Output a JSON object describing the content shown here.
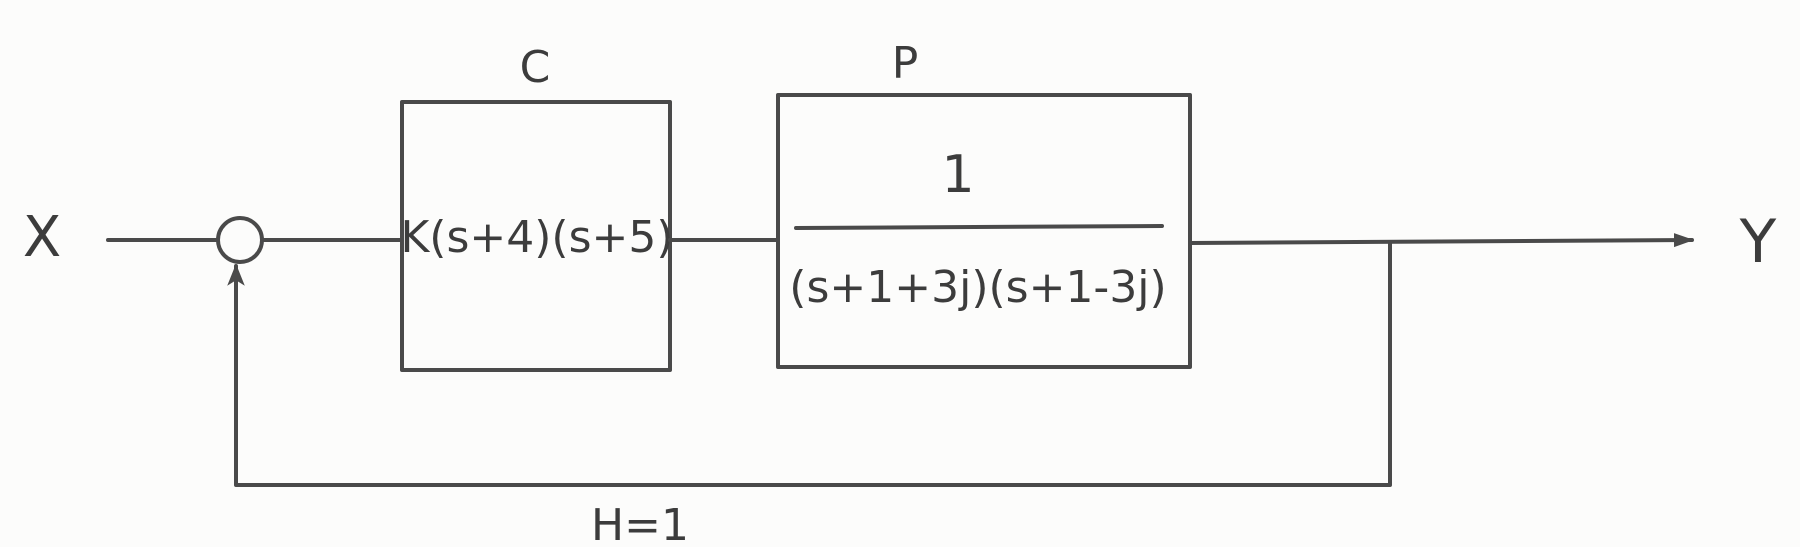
{
  "input_label": "X",
  "output_label": "Y",
  "controller": {
    "title": "C",
    "expression": "K(s+4)(s+5)"
  },
  "plant": {
    "title": "P",
    "numerator": "1",
    "denominator": "(s+1+3j)(s+1-3j)"
  },
  "feedback": {
    "label": "H=1"
  },
  "colors": {
    "ink": "#4a4a4a",
    "paper": "#fcfcfb"
  }
}
